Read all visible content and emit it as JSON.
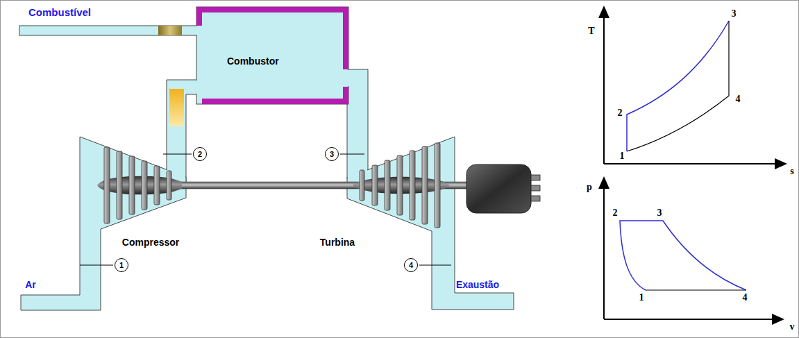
{
  "diagram": {
    "nodes": [
      {
        "text": [
          "Combustor"
        ]
      },
      {
        "text": [
          "2"
        ]
      },
      {
        "text": [
          "3"
        ]
      },
      {
        "text": [
          "1"
        ]
      },
      {
        "text": [
          "4"
        ]
      }
    ],
    "labels": [
      "Combustível",
      "Compressor",
      "Turbina",
      "Ar",
      "Exaustão",
      "T",
      "s",
      "1",
      "2",
      "3",
      "4",
      "p",
      "v",
      "2",
      "3",
      "1",
      "4"
    ]
  }
}
